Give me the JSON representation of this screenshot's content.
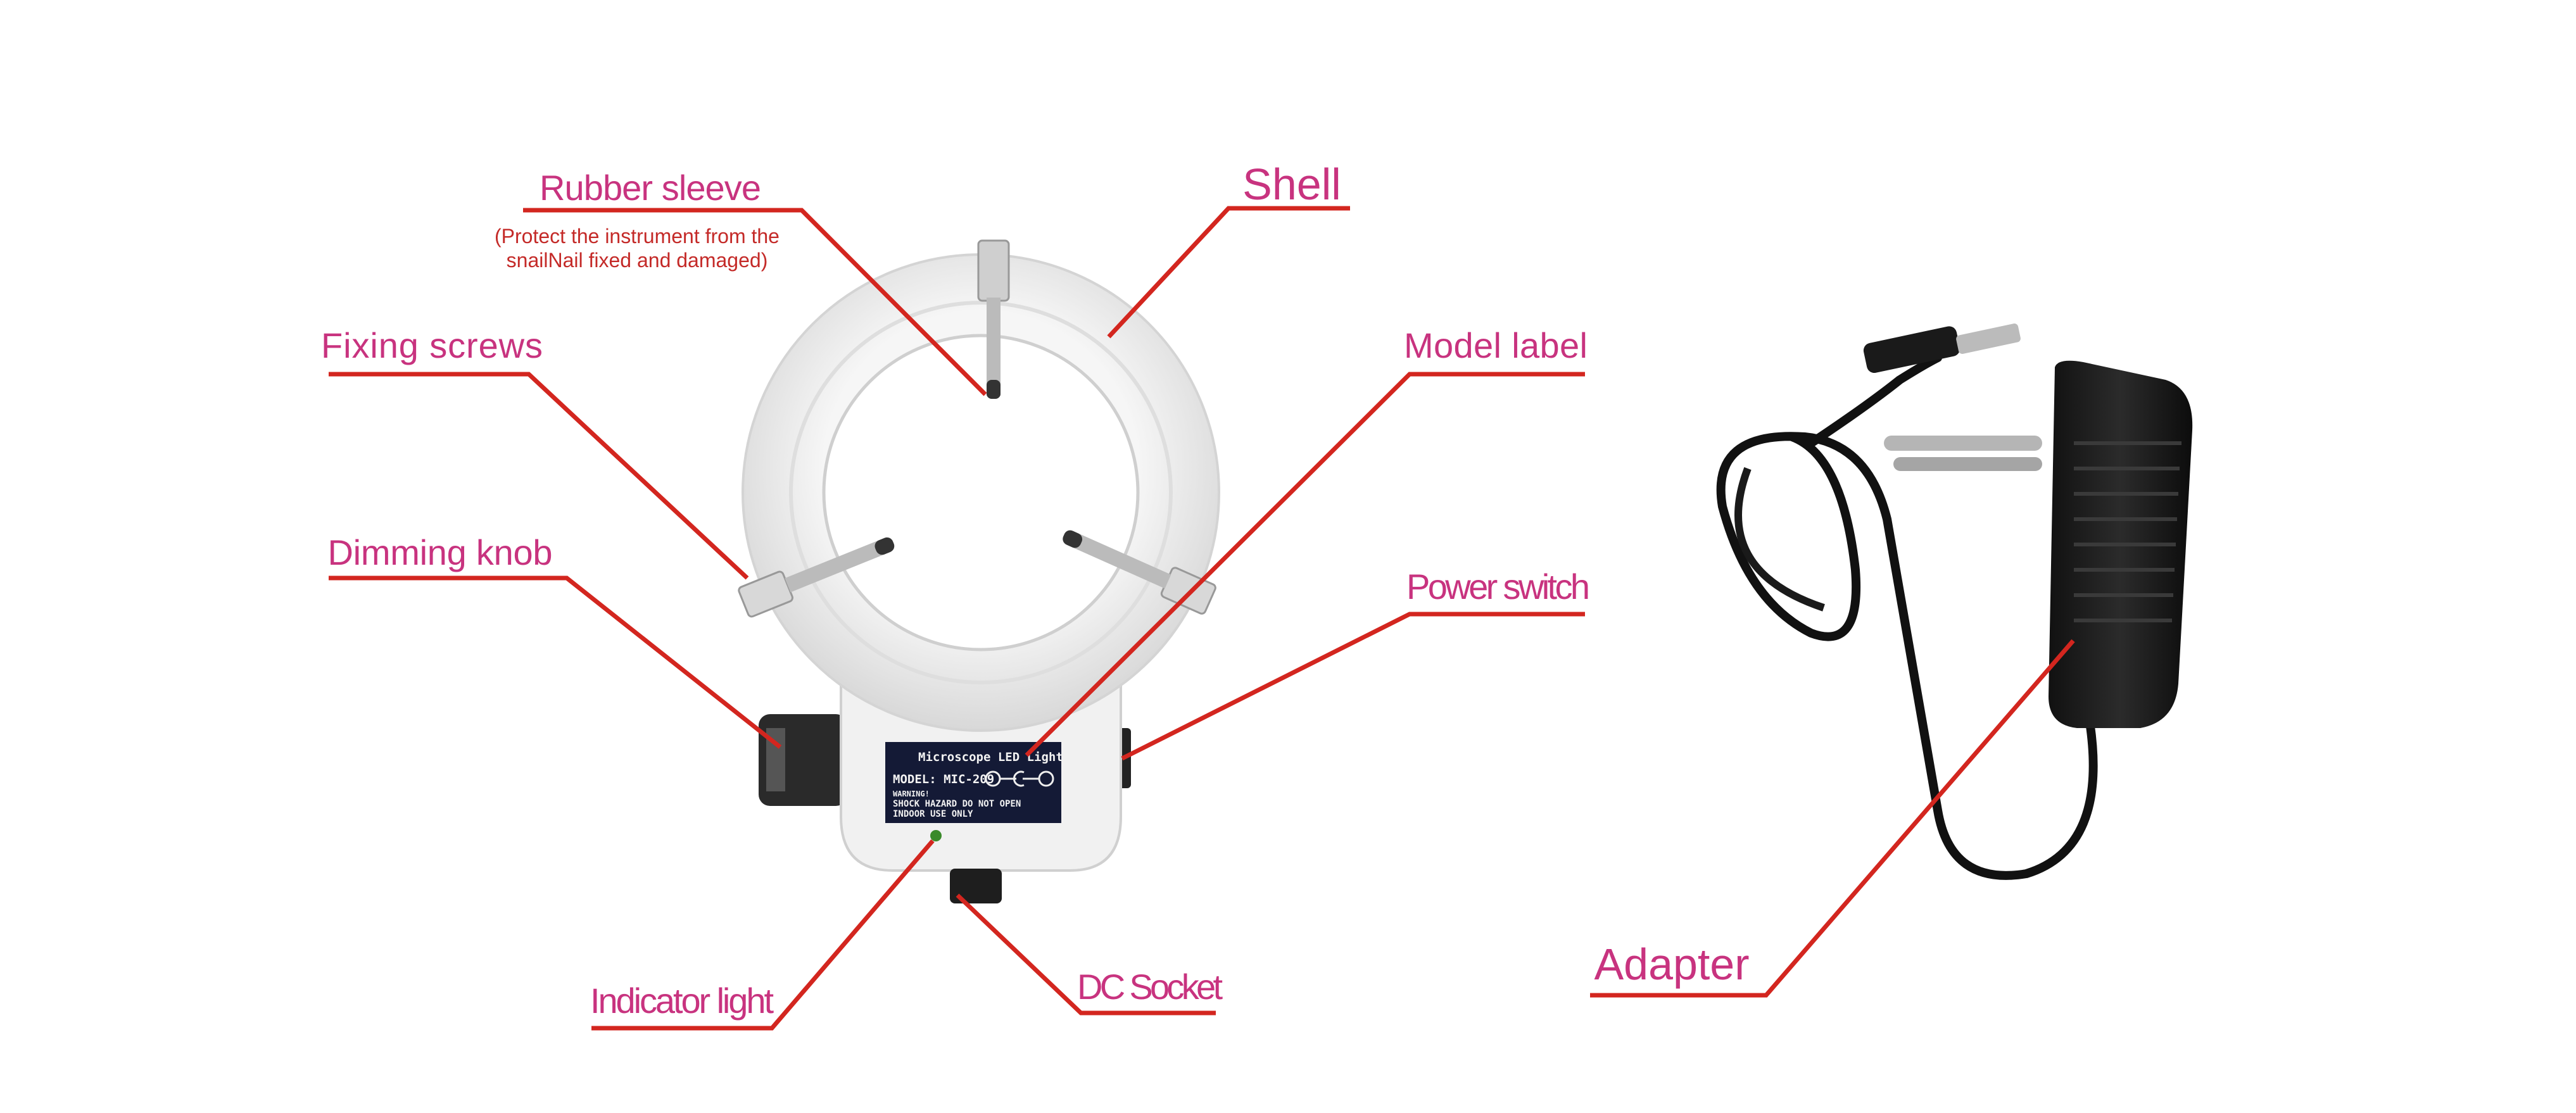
{
  "labels": {
    "rubber_sleeve": "Rubber sleeve",
    "rubber_sleeve_note_1": "(Protect the instrument from the",
    "rubber_sleeve_note_2": "snailNail fixed and damaged)",
    "shell": "Shell",
    "fixing_screws": "Fixing screws",
    "model_label": "Model label",
    "dimming_knob": "Dimming knob",
    "power_switch": "Power switch",
    "indicator_light": "Indicator light",
    "dc_socket": "DC Socket",
    "adapter": "Adapter"
  },
  "plate": {
    "title": "Microscope LED Light",
    "model": "MODEL: MIC-209",
    "warning": "WARNING!",
    "line1": "SHOCK HAZARD DO NOT OPEN",
    "line2": "INDOOR USE ONLY"
  },
  "colors": {
    "label": "#c8337f",
    "leader": "#d3261f"
  }
}
